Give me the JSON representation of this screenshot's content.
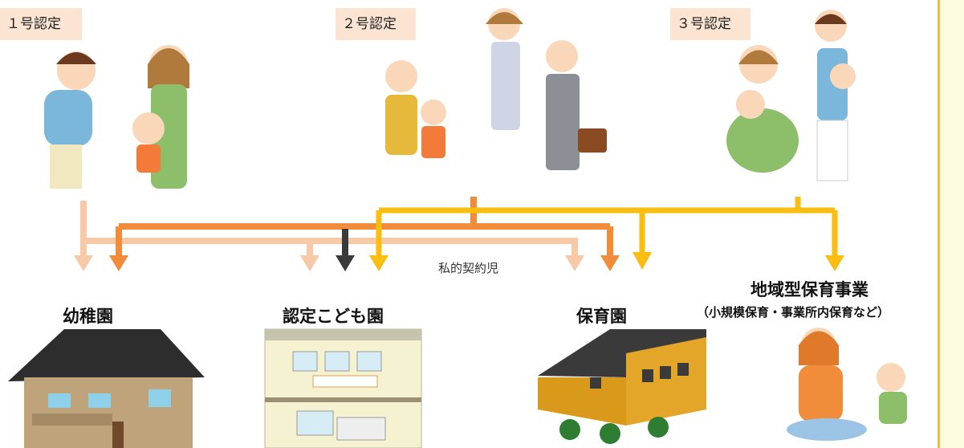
{
  "certifications": {
    "cert1": "１号認定",
    "cert2": "２号認定",
    "cert3": "３号認定"
  },
  "facilities": {
    "kindergarten": "幼稚園",
    "certified_center": "認定こども園",
    "nursery": "保育園",
    "community": "地域型保育事業",
    "community_sub": "（小規模保育・事業所内保育など）"
  },
  "note": "私的契約児",
  "colors": {
    "cert1_line": "#f7c9a6",
    "cert2_line": "#f08c3a",
    "cert3_line": "#fbbd10",
    "private_line": "#3a3a3a",
    "tag_bg": "#fbe4d2",
    "side_panel": "#fdfbe0"
  }
}
